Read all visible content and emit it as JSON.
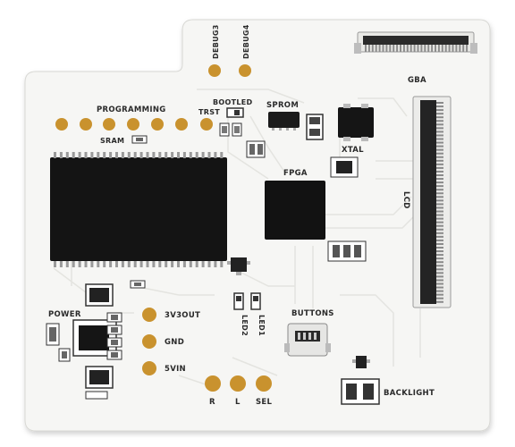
{
  "board": {
    "colors": {
      "pcb": "#f6f6f4",
      "pcb_edge": "#d8d8d4",
      "trace": "#e6e6e2",
      "chip": "#151515",
      "pad": "#c9922e",
      "silk": "#2a2a2a",
      "pin": "#9a9a9a"
    },
    "labels": {
      "debug3": "DEBUG3",
      "debug4": "DEBUG4",
      "gba": "GBA",
      "programming": "PROGRAMMING",
      "bootled": "BOOTLED",
      "trst": "TRST",
      "sprom": "SPROM",
      "sram": "SRAM",
      "xtal": "XTAL",
      "fpga": "FPGA",
      "lcd": "LCD",
      "power": "POWER",
      "v3v3out": "3V3OUT",
      "gnd": "GND",
      "v5vin": "5VIN",
      "led2": "LED2",
      "led1": "LED1",
      "buttons": "BUTTONS",
      "r": "R",
      "l": "L",
      "sel": "SEL",
      "backlight": "BACKLIGHT"
    },
    "icons": {
      "sram_chip": "tsop-chip",
      "fpga_chip": "bga-chip",
      "gba_connector": "ffc-connector",
      "lcd_connector": "ffc-connector",
      "test_pads": "gold-test-pad"
    }
  }
}
